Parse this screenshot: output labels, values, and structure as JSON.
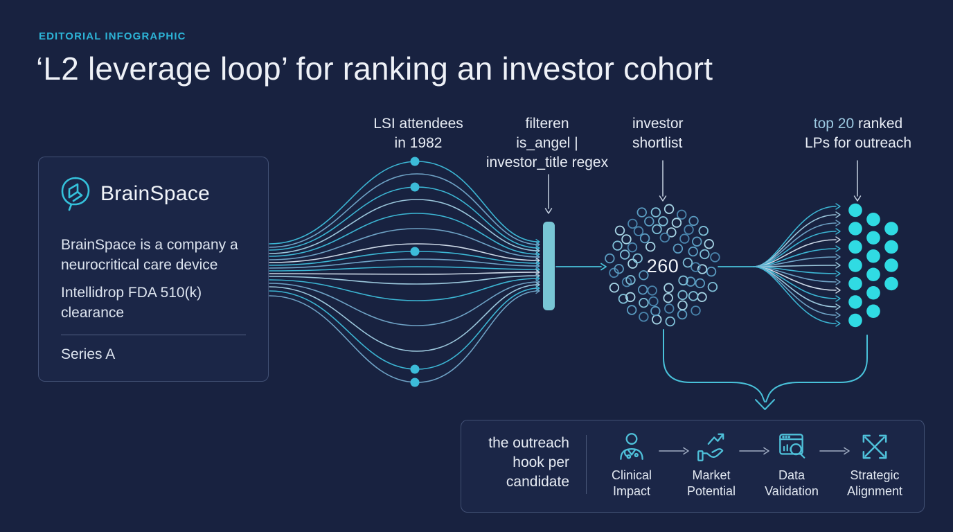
{
  "page": {
    "kicker": "EDITORIAL INFOGRAPHIC",
    "title": "‘L2 leverage loop’ for ranking an investor cohort"
  },
  "company_card": {
    "name": "BrainSpace",
    "description": "BrainSpace is a company a\nneurocritical care device",
    "milestone": "Intellidrop FDA 510(k)\nclearance",
    "stage": "Series A"
  },
  "flow": {
    "source_label": "LSI attendees\nin 1982",
    "filter_label": "filteren\nis_angel |\ninvestor_title regex",
    "shortlist_label": "investor\nshortlist",
    "shortlist_count": "260",
    "output_label_highlight": "top 20",
    "output_label_rest": " ranked\nLPs for outreach"
  },
  "outreach_card": {
    "title": "the outreach\nhook per\ncandidate",
    "steps": [
      {
        "label": "Clinical\nImpact",
        "icon": "doctor-icon"
      },
      {
        "label": "Market\nPotential",
        "icon": "hand-growth-icon"
      },
      {
        "label": "Data\nValidation",
        "icon": "data-search-icon"
      },
      {
        "label": "Strategic\nAlignment",
        "icon": "crossed-arrows-icon"
      }
    ]
  },
  "diagram": {
    "shortlist_circle_count": 66,
    "output_dot_columns": [
      7,
      6,
      4
    ]
  },
  "colors": {
    "background": "#182240",
    "accent_cyan": "#3cb6d4",
    "bright_cyan": "#30dbe3",
    "filter_bar": "#78c6d5",
    "steel_blue": "#6fa3c6",
    "light_line": "#cdd9e7",
    "text_primary": "#e9edf5",
    "kicker_cyan": "#2db4d7"
  }
}
